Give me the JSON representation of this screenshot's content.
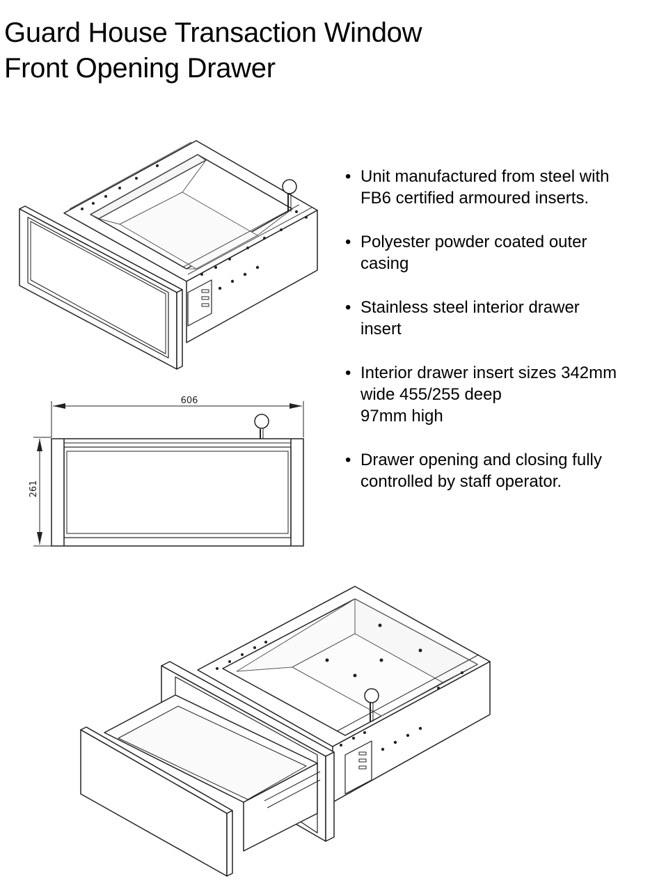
{
  "title": {
    "line1": "Guard House Transaction Window",
    "line2": "Front Opening Drawer"
  },
  "bullets": [
    {
      "lines": [
        "Unit manufactured from steel with",
        "FB6 certified armoured inserts."
      ]
    },
    {
      "lines": [
        "Polyester powder coated outer",
        "casing"
      ]
    },
    {
      "lines": [
        "Stainless steel interior drawer",
        "insert"
      ]
    },
    {
      "lines": [
        "Interior drawer insert sizes 342mm",
        "wide 455/255 deep",
        "97mm high"
      ]
    },
    {
      "lines": [
        "Drawer opening and closing fully",
        "controlled by staff operator."
      ]
    }
  ],
  "bullet_glyph": "•",
  "drawing": {
    "width_dimension": "606",
    "height_dimension": "261"
  },
  "colors": {
    "line": "#222222",
    "light_line": "#777777"
  }
}
